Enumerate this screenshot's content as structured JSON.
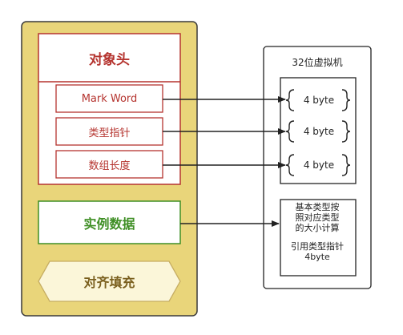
{
  "object_layout": {
    "header": {
      "title": "对象头",
      "fields": [
        {
          "label": "Mark Word"
        },
        {
          "label": "类型指针"
        },
        {
          "label": "数组长度"
        }
      ]
    },
    "instance_data": {
      "label": "实例数据"
    },
    "padding": {
      "label": "对齐填充"
    }
  },
  "vm": {
    "title": "32位虚拟机",
    "slots": [
      {
        "label": "4 byte"
      },
      {
        "label": "4 byte"
      },
      {
        "label": "4 byte"
      }
    ],
    "instance_box": {
      "line1": "基本类型按",
      "line2": "照对应类型",
      "line3": "的大小计算",
      "line4": "引用类型指针",
      "line5": "4byte"
    }
  },
  "colors": {
    "outer_fill": "#e9d57a",
    "header_stroke": "#b5342f",
    "instance_stroke": "#3f8f25",
    "padding_stroke": "#c6ad62",
    "dark_stroke": "#222222"
  }
}
